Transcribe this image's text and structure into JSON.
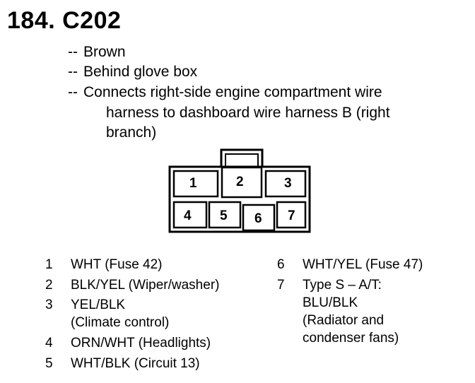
{
  "connector": {
    "title": "184. C202",
    "details": [
      "Brown",
      "Behind glove box",
      "Connects right-side engine compartment wire"
    ],
    "details_continuation": [
      "harness to dashboard wire harness B (right",
      "branch)"
    ],
    "dash": "--",
    "pins_top": [
      "1",
      "2",
      "3"
    ],
    "pins_bottom": [
      "4",
      "5",
      "6",
      "7"
    ]
  },
  "pin_list_left": [
    {
      "num": "1",
      "lines": [
        "WHT (Fuse 42)"
      ]
    },
    {
      "num": "2",
      "lines": [
        "BLK/YEL (Wiper/washer)"
      ]
    },
    {
      "num": "3",
      "lines": [
        "YEL/BLK",
        "(Climate control)"
      ]
    },
    {
      "num": "4",
      "lines": [
        "ORN/WHT (Headlights)"
      ]
    },
    {
      "num": "5",
      "lines": [
        "WHT/BLK (Circuit 13)"
      ]
    }
  ],
  "pin_list_right": [
    {
      "num": "6",
      "lines": [
        "WHT/YEL (Fuse 47)"
      ]
    },
    {
      "num": "7",
      "lines": [
        "Type S – A/T:",
        "BLU/BLK",
        "(Radiator and",
        "condenser fans)"
      ]
    }
  ],
  "colors": {
    "ink": "#000000",
    "background": "#ffffff"
  }
}
